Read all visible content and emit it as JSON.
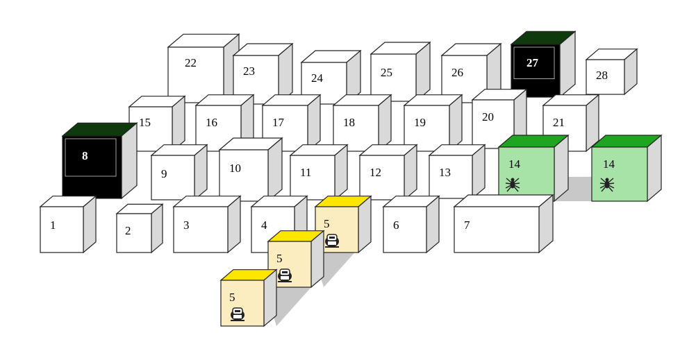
{
  "colors": {
    "white_front": "#ffffff",
    "white_top": "#ffffff",
    "white_side": "#d9d9d9",
    "black_front": "#000000",
    "black_top": "#0e3a0e",
    "black_side": "#d9d9d9",
    "green_front": "#a7e3a7",
    "green_top": "#1fa51f",
    "green_side": "#d9d9d9",
    "yellow_front": "#fbedc0",
    "yellow_top": "#ffe600",
    "yellow_side": "#d9d9d9",
    "shadow": "#c8c8c8",
    "edge": "#222222"
  },
  "boxes": [
    {
      "label": "22",
      "style": "white",
      "icon": null
    },
    {
      "label": "23",
      "style": "white",
      "icon": null
    },
    {
      "label": "24",
      "style": "white",
      "icon": null
    },
    {
      "label": "25",
      "style": "white",
      "icon": null
    },
    {
      "label": "26",
      "style": "white",
      "icon": null
    },
    {
      "label": "27",
      "style": "black",
      "icon": null
    },
    {
      "label": "28",
      "style": "white",
      "icon": null
    },
    {
      "label": "15",
      "style": "white",
      "icon": null
    },
    {
      "label": "16",
      "style": "white",
      "icon": null
    },
    {
      "label": "17",
      "style": "white",
      "icon": null
    },
    {
      "label": "18",
      "style": "white",
      "icon": null
    },
    {
      "label": "19",
      "style": "white",
      "icon": null
    },
    {
      "label": "20",
      "style": "white",
      "icon": null
    },
    {
      "label": "21",
      "style": "white",
      "icon": null
    },
    {
      "label": "8",
      "style": "black",
      "icon": null
    },
    {
      "label": "9",
      "style": "white",
      "icon": null
    },
    {
      "label": "10",
      "style": "white",
      "icon": null
    },
    {
      "label": "11",
      "style": "white",
      "icon": null
    },
    {
      "label": "12",
      "style": "white",
      "icon": null
    },
    {
      "label": "13",
      "style": "white",
      "icon": null
    },
    {
      "label": "14",
      "style": "green",
      "icon": "spider-icon"
    },
    {
      "label": "14",
      "style": "green",
      "icon": "spider-icon"
    },
    {
      "label": "1",
      "style": "white",
      "icon": null
    },
    {
      "label": "2",
      "style": "white",
      "icon": null
    },
    {
      "label": "3",
      "style": "white",
      "icon": null
    },
    {
      "label": "4",
      "style": "white",
      "icon": null
    },
    {
      "label": "5",
      "style": "yellow",
      "icon": "robot-icon"
    },
    {
      "label": "6",
      "style": "white",
      "icon": null
    },
    {
      "label": "7",
      "style": "white",
      "icon": null
    },
    {
      "label": "5",
      "style": "yellow",
      "icon": "robot-icon"
    },
    {
      "label": "5",
      "style": "yellow",
      "icon": "robot-icon"
    }
  ]
}
